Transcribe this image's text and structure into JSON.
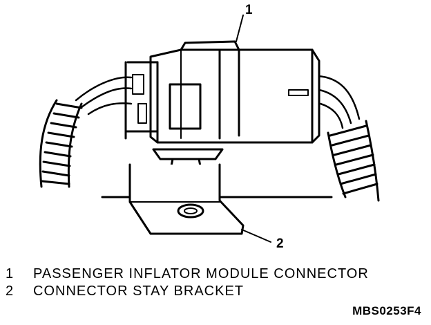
{
  "callouts": [
    {
      "number": "1",
      "label": "PASSENGER INFLATOR MODULE CONNECTOR"
    },
    {
      "number": "2",
      "label": "CONNECTOR STAY BRACKET"
    }
  ],
  "figure_code": "MBS0253F4"
}
